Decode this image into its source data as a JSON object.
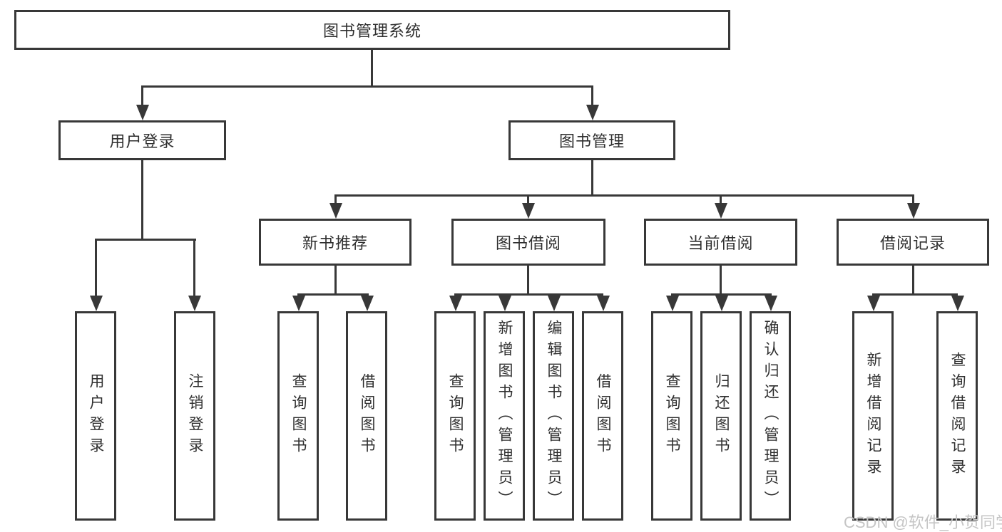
{
  "colors": {
    "line": "#383838",
    "box_border": "#383838",
    "text": "#2f2f2f",
    "watermark": "#c5c5c5",
    "background": "#ffffff"
  },
  "watermark": {
    "text": "CSDN @软件_小贺同学"
  },
  "tree": {
    "label": "图书管理系统",
    "children": [
      {
        "label": "用户登录",
        "children": [
          {
            "label": "用户登录"
          },
          {
            "label": "注销登录"
          }
        ]
      },
      {
        "label": "图书管理",
        "children": [
          {
            "label": "新书推荐",
            "children": [
              {
                "label": "查询图书"
              },
              {
                "label": "借阅图书"
              }
            ]
          },
          {
            "label": "图书借阅",
            "children": [
              {
                "label": "查询图书"
              },
              {
                "label": "新增图书（管理员）"
              },
              {
                "label": "编辑图书（管理员）"
              },
              {
                "label": "借阅图书"
              }
            ]
          },
          {
            "label": "当前借阅",
            "children": [
              {
                "label": "查询图书"
              },
              {
                "label": "归还图书"
              },
              {
                "label": "确认归还（管理员）"
              }
            ]
          },
          {
            "label": "借阅记录",
            "children": [
              {
                "label": "新增借阅记录"
              },
              {
                "label": "查询借阅记录"
              }
            ]
          }
        ]
      }
    ]
  }
}
